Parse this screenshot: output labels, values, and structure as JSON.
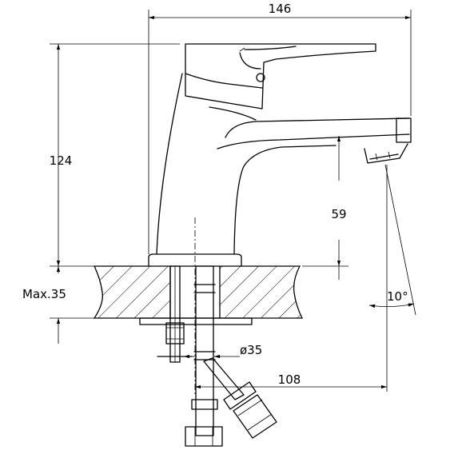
{
  "dimensions": {
    "overall_width": "146",
    "overall_height": "124",
    "spout_height": "59",
    "max_mount": "Max.35",
    "hole_diameter": "ø35",
    "spout_reach": "108",
    "spout_angle": "10°"
  }
}
